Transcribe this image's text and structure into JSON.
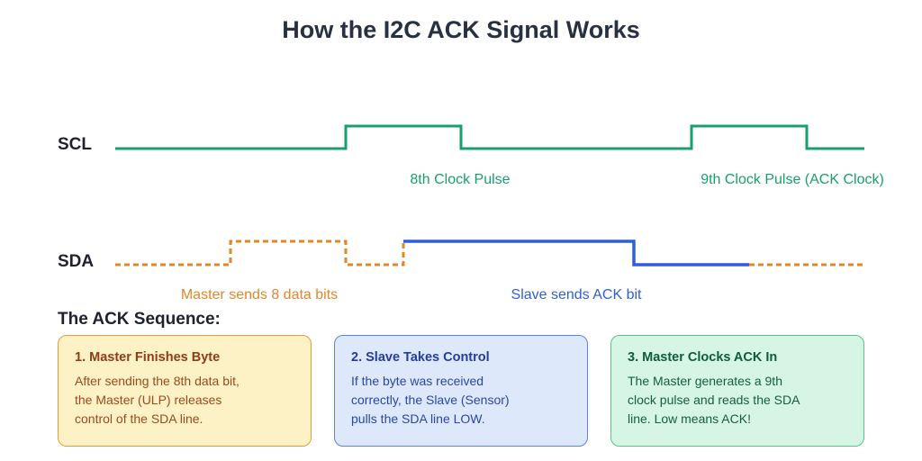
{
  "title": "How the I2C ACK Signal Works",
  "signals": {
    "scl": {
      "name": "SCL",
      "color": "#18a06b",
      "pulse_labels": [
        "8th Clock Pulse",
        "9th Clock Pulse (ACK Clock)"
      ]
    },
    "sda": {
      "name": "SDA",
      "master_color": "#e2862a",
      "slave_color": "#2f5ed6",
      "master_label": "Master sends 8 data bits",
      "slave_label": "Slave sends ACK bit"
    }
  },
  "sequence": {
    "heading": "The ACK Sequence:",
    "steps": [
      {
        "title": "1. Master Finishes Byte",
        "body": "After sending the 8th data bit, the Master (ULP) releases control of the SDA line."
      },
      {
        "title": "2. Slave Takes Control",
        "body": "If the byte was received correctly, the Slave (Sensor) pulls the SDA line LOW."
      },
      {
        "title": "3. Master Clocks ACK In",
        "body": "The Master generates a 9th clock pulse and reads the SDA line. Low means ACK!"
      }
    ]
  }
}
